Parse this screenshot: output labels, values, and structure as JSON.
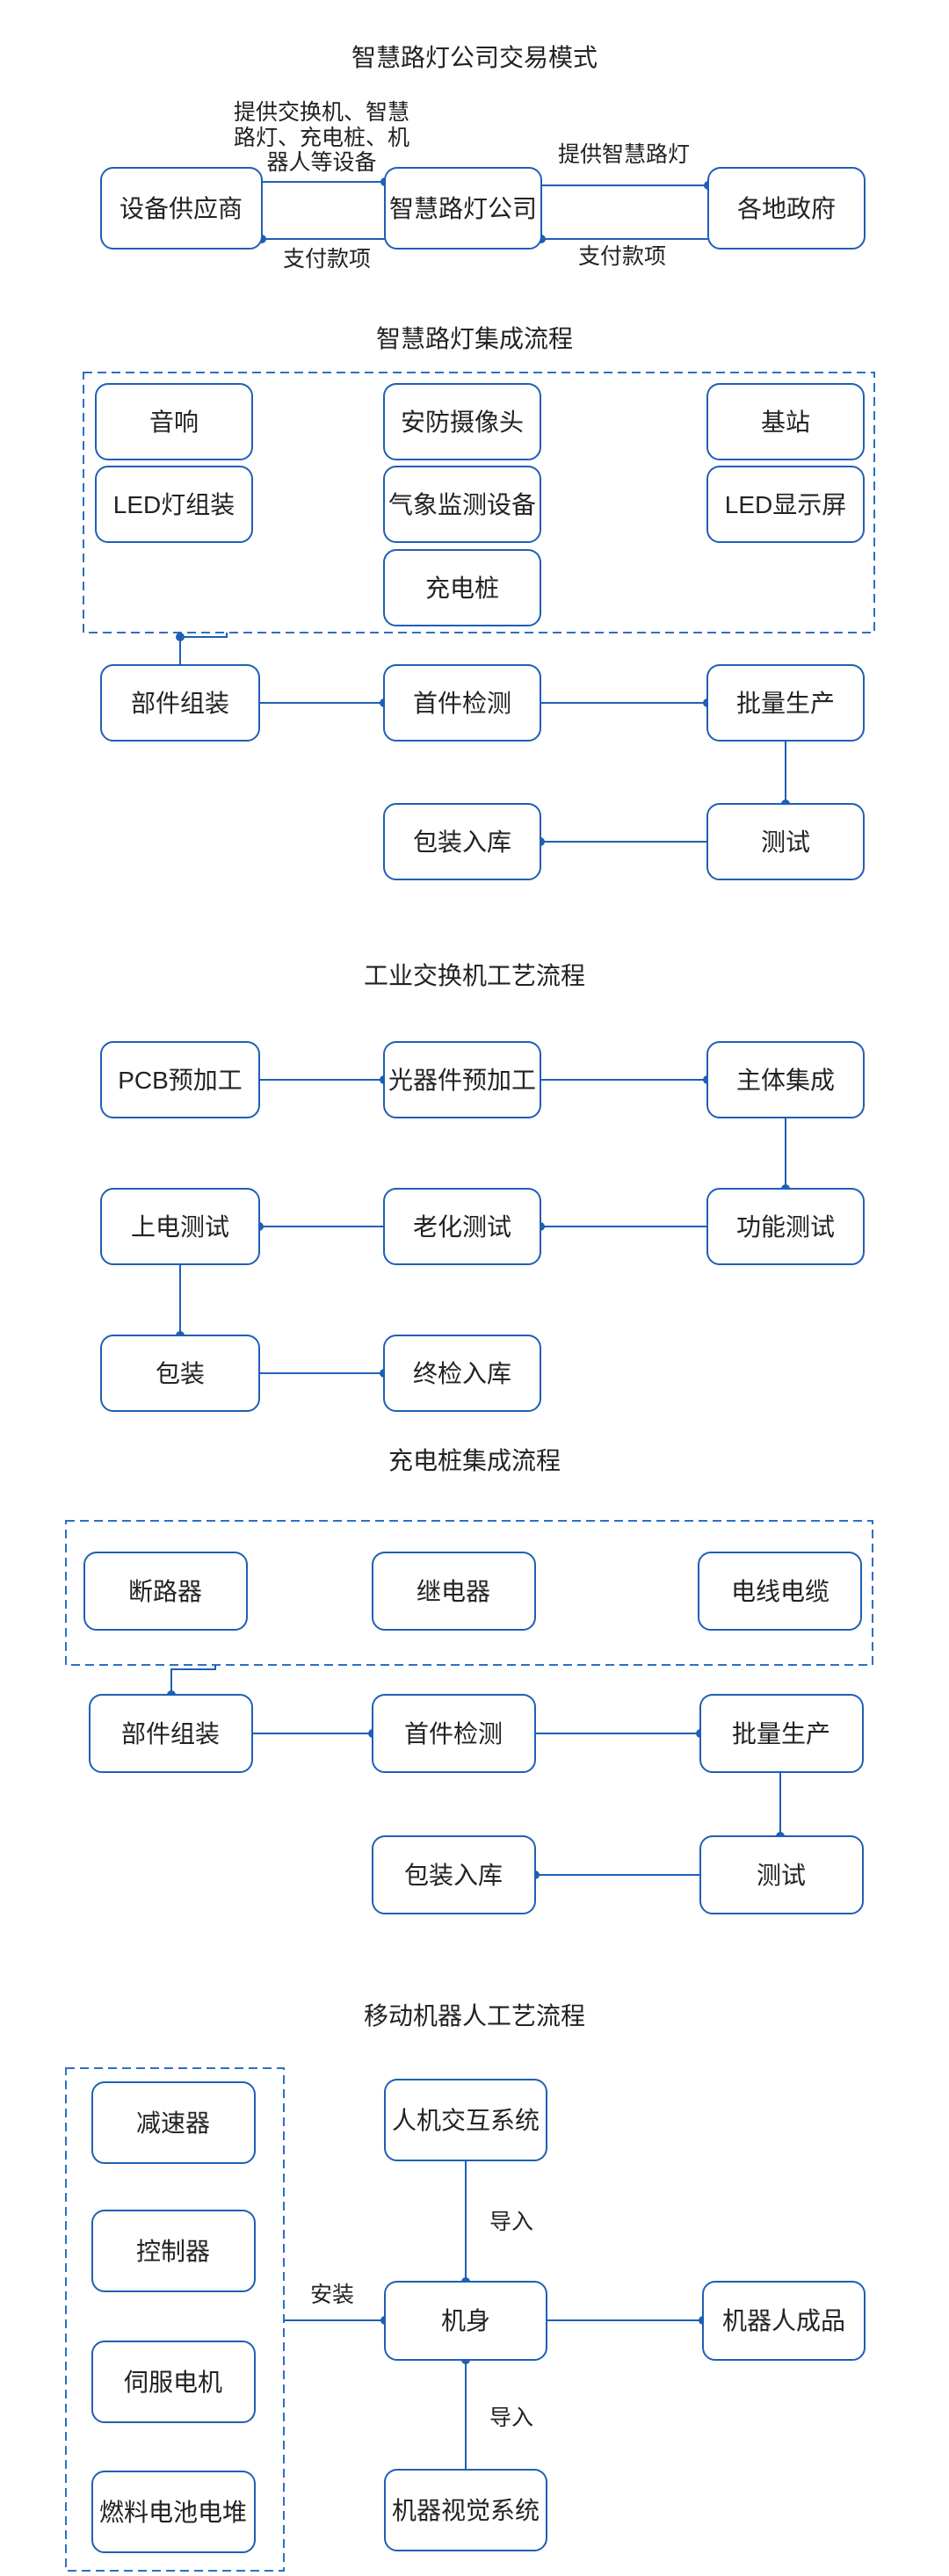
{
  "colors": {
    "accent": "#1f5fb5",
    "text": "#222222",
    "background": "#ffffff"
  },
  "section1": {
    "title": "智慧路灯公司交易模式",
    "supplier": "设备供应商",
    "company": "智慧路灯公司",
    "government": "各地政府",
    "edge_supply_line1": "提供交换机、智慧",
    "edge_supply_line2": "路灯、充电桩、机",
    "edge_supply_line3": "器人等设备",
    "edge_pay1": "支付款项",
    "edge_provide": "提供智慧路灯",
    "edge_pay2": "支付款项"
  },
  "section2": {
    "title": "智慧路灯集成流程",
    "components": [
      "音响",
      "安防摄像头",
      "基站",
      "LED灯组装",
      "气象监测设备",
      "LED显示屏",
      "充电桩"
    ],
    "steps": [
      "部件组装",
      "首件检测",
      "批量生产",
      "测试",
      "包装入库"
    ]
  },
  "section3": {
    "title": "工业交换机工艺流程",
    "steps": [
      "PCB预加工",
      "光器件预加工",
      "主体集成",
      "功能测试",
      "老化测试",
      "上电测试",
      "包装",
      "终检入库"
    ]
  },
  "section4": {
    "title": "充电桩集成流程",
    "components": [
      "断路器",
      "继电器",
      "电线电缆"
    ],
    "steps": [
      "部件组装",
      "首件检测",
      "批量生产",
      "测试",
      "包装入库"
    ]
  },
  "section5": {
    "title": "移动机器人工艺流程",
    "components": [
      "减速器",
      "控制器",
      "伺服电机",
      "燃料电池电堆"
    ],
    "hmi": "人机交互系统",
    "body": "机身",
    "vision": "机器视觉系统",
    "product": "机器人成品",
    "edge_install": "安装",
    "edge_import1": "导入",
    "edge_import2": "导入"
  }
}
